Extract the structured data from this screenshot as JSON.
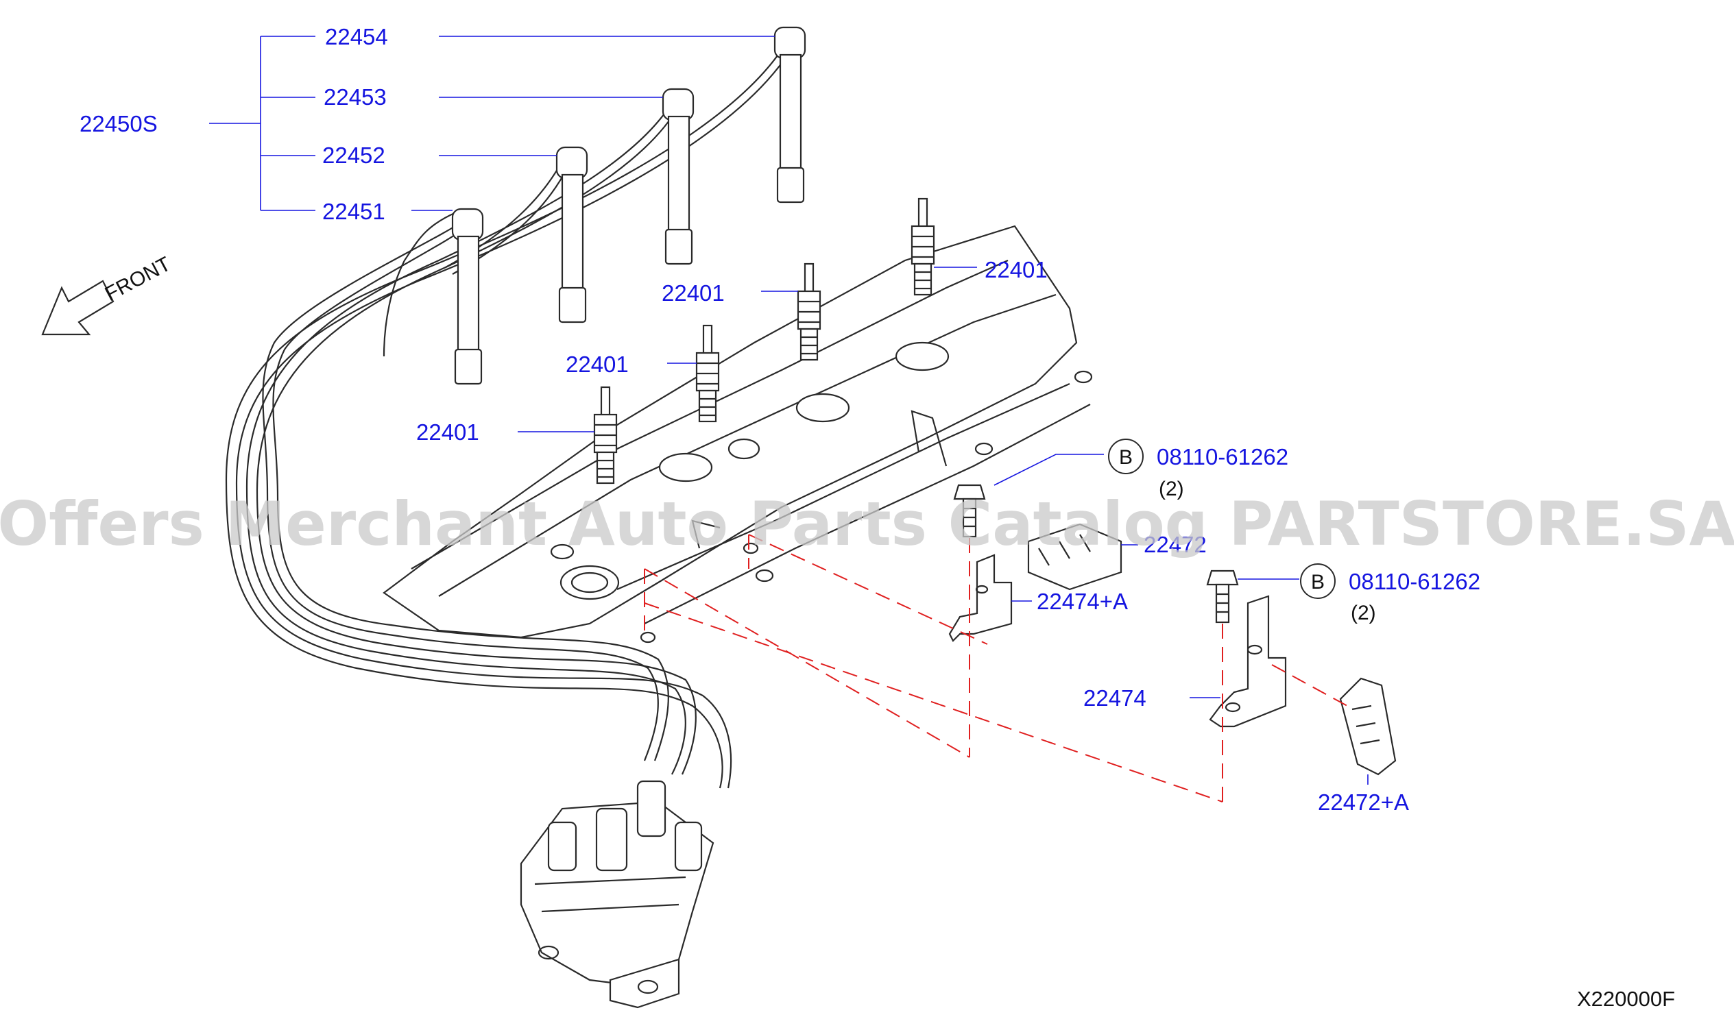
{
  "diagram": {
    "parts": {
      "cable_set": "22450S",
      "cable_1": "22451",
      "cable_2": "22452",
      "cable_3": "22453",
      "cable_4": "22454",
      "spark_plug_1": "22401",
      "spark_plug_2": "22401",
      "spark_plug_3": "22401",
      "spark_plug_4": "22401",
      "bolt_a": "08110-61262",
      "bolt_a_qty": "(2)",
      "bolt_b": "08110-61262",
      "bolt_b_qty": "(2)",
      "bolt_badge": "B",
      "bracket_a": "22474+A",
      "bracket_b": "22474",
      "clamp_a": "22472",
      "clamp_b": "22472+A"
    },
    "front_label": "FRONT",
    "diagram_code": "X220000F",
    "watermark": "Offers Merchant Auto Parts Catalog PARTSTORE.SA"
  }
}
